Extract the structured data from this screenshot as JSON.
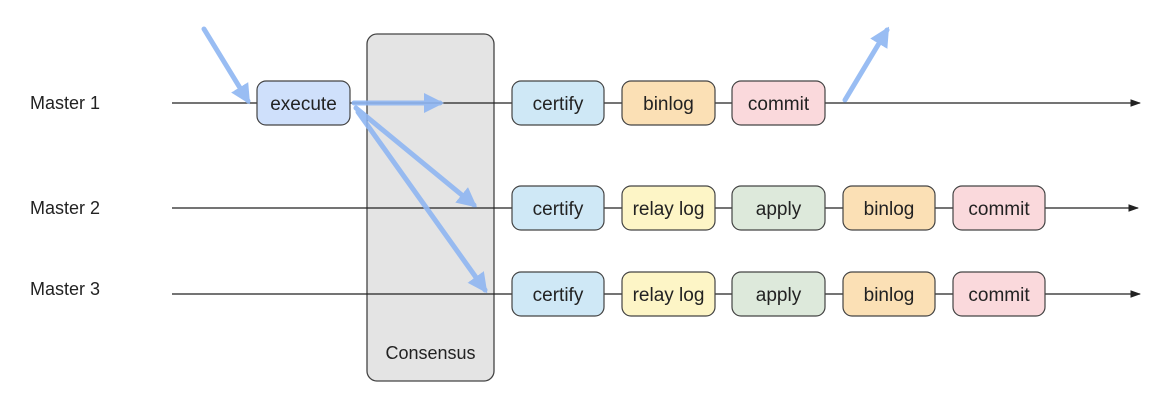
{
  "colors": {
    "line": "#222222",
    "flow_arrow": "#8fb6f2",
    "consensus_fill": "#e4e4e4",
    "execute": "#cfe0fb",
    "certify": "#cfe8f6",
    "binlog": "#fbe0b5",
    "commit": "#fad9dc",
    "relay_log": "#fdf5c6",
    "apply": "#dde9db"
  },
  "consensus": {
    "label": "Consensus"
  },
  "rows": [
    {
      "label": "Master 1",
      "steps": [
        {
          "label": "execute",
          "kind": "execute"
        },
        {
          "label": "certify",
          "kind": "certify"
        },
        {
          "label": "binlog",
          "kind": "binlog"
        },
        {
          "label": "commit",
          "kind": "commit"
        }
      ]
    },
    {
      "label": "Master 2",
      "steps": [
        {
          "label": "certify",
          "kind": "certify"
        },
        {
          "label": "relay log",
          "kind": "relay_log"
        },
        {
          "label": "apply",
          "kind": "apply"
        },
        {
          "label": "binlog",
          "kind": "binlog"
        },
        {
          "label": "commit",
          "kind": "commit"
        }
      ]
    },
    {
      "label": "Master 3",
      "steps": [
        {
          "label": "certify",
          "kind": "certify"
        },
        {
          "label": "relay log",
          "kind": "relay_log"
        },
        {
          "label": "apply",
          "kind": "apply"
        },
        {
          "label": "binlog",
          "kind": "binlog"
        },
        {
          "label": "commit",
          "kind": "commit"
        }
      ]
    }
  ]
}
